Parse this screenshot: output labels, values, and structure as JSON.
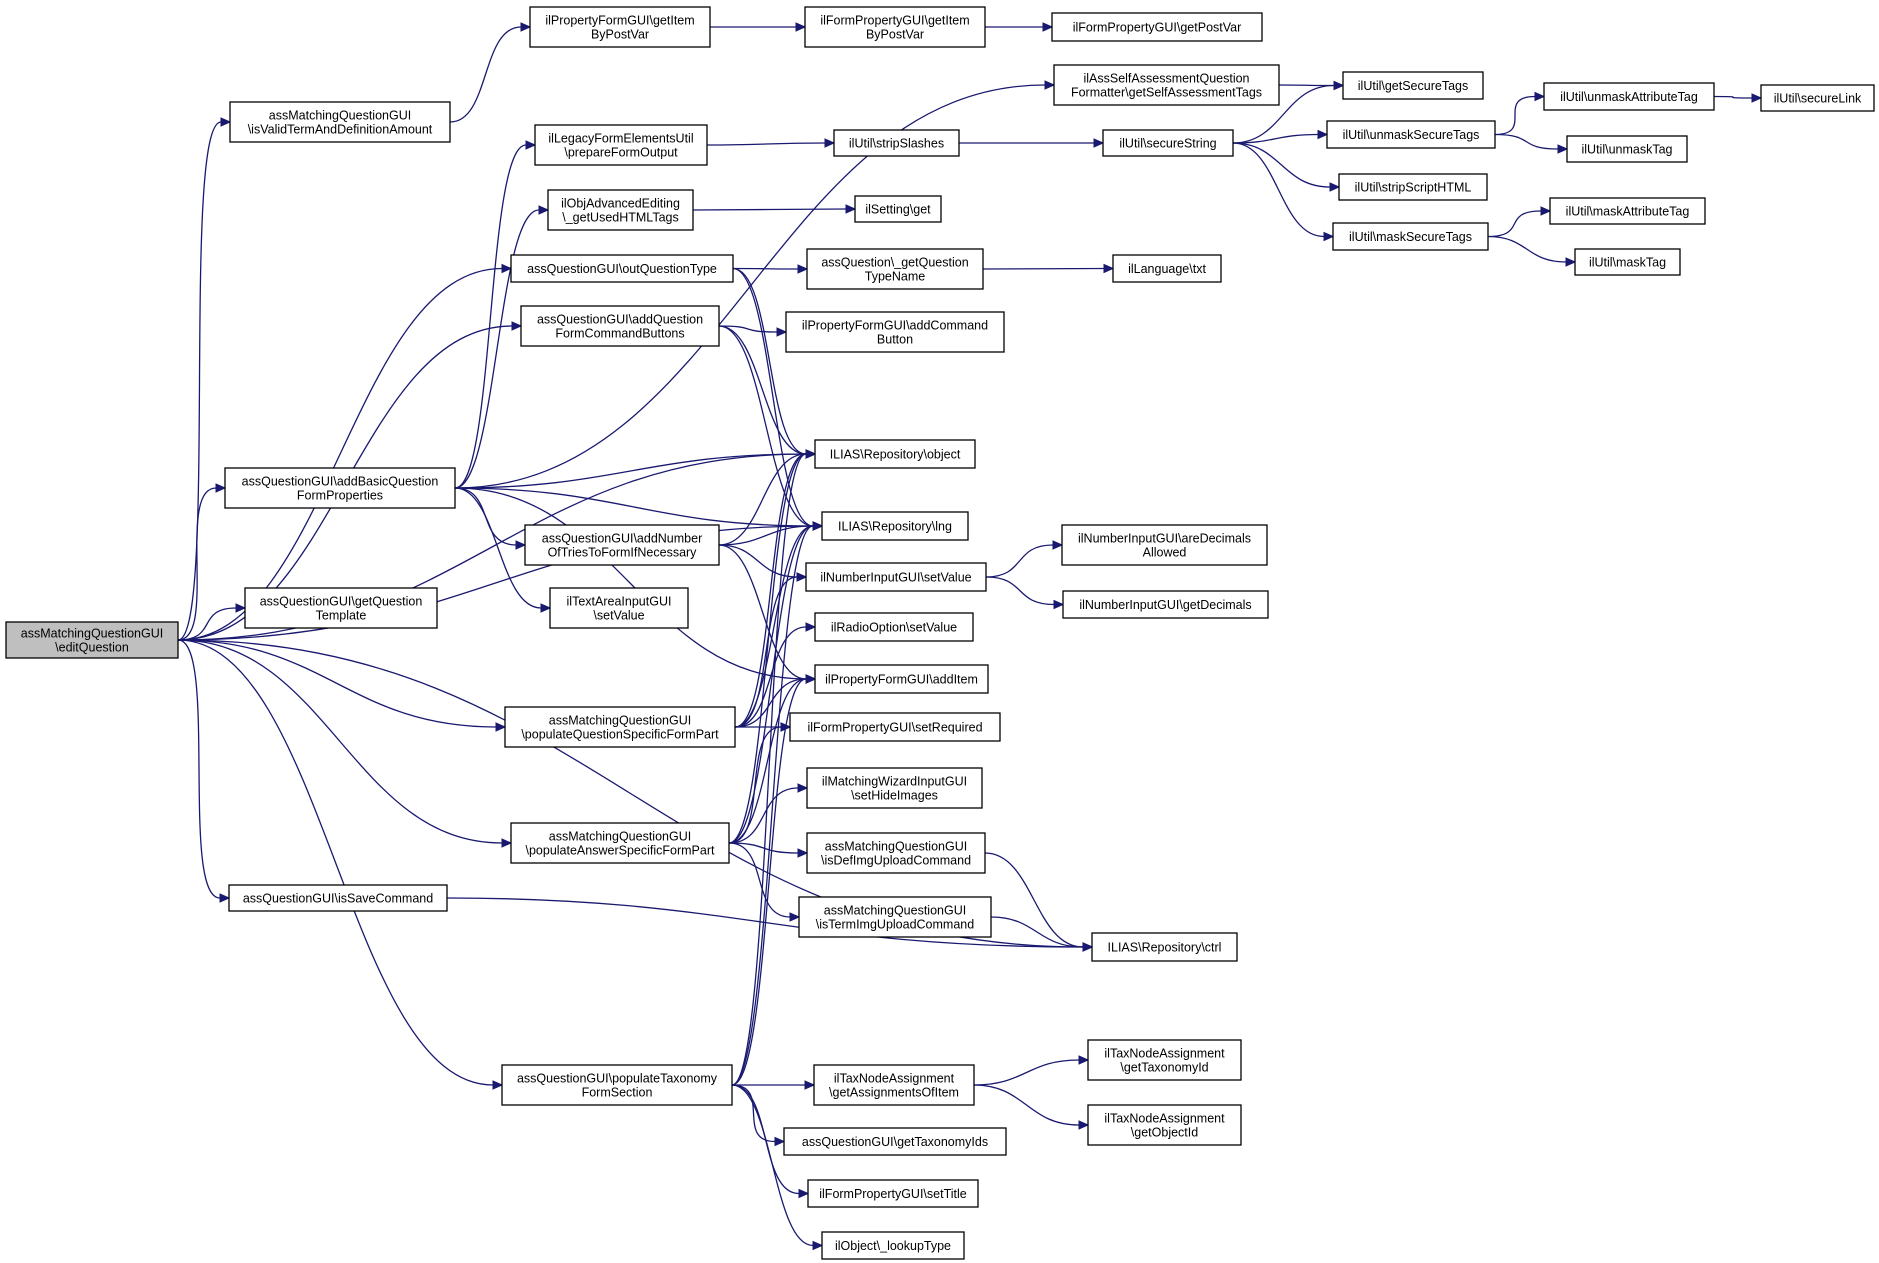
{
  "nodes": [
    {
      "id": "root",
      "lines": [
        "assMatchingQuestionGUI",
        "\\editQuestion"
      ],
      "root": true
    },
    {
      "id": "validTerm",
      "lines": [
        "assMatchingQuestionGUI",
        "\\isValidTermAndDefinitionAmount"
      ]
    },
    {
      "id": "getItemByPostVar1",
      "lines": [
        "ilPropertyFormGUI\\getItem",
        "ByPostVar"
      ]
    },
    {
      "id": "getItemByPostVar2",
      "lines": [
        "ilFormPropertyGUI\\getItem",
        "ByPostVar"
      ]
    },
    {
      "id": "getPostVar",
      "lines": [
        "ilFormPropertyGUI\\getPostVar"
      ]
    },
    {
      "id": "selfAssess",
      "lines": [
        "ilAssSelfAssessmentQuestion",
        "Formatter\\getSelfAssessmentTags"
      ]
    },
    {
      "id": "getSecureTags",
      "lines": [
        "ilUtil\\getSecureTags"
      ]
    },
    {
      "id": "unmaskAttributeTag",
      "lines": [
        "ilUtil\\unmaskAttributeTag"
      ]
    },
    {
      "id": "secureLink",
      "lines": [
        "ilUtil\\secureLink"
      ]
    },
    {
      "id": "legacyForm",
      "lines": [
        "ilLegacyFormElementsUtil",
        "\\prepareFormOutput"
      ]
    },
    {
      "id": "stripSlashes",
      "lines": [
        "ilUtil\\stripSlashes"
      ]
    },
    {
      "id": "secureString",
      "lines": [
        "ilUtil\\secureString"
      ]
    },
    {
      "id": "unmaskSecureTags",
      "lines": [
        "ilUtil\\unmaskSecureTags"
      ]
    },
    {
      "id": "unmaskTag",
      "lines": [
        "ilUtil\\unmaskTag"
      ]
    },
    {
      "id": "stripScriptHTML",
      "lines": [
        "ilUtil\\stripScriptHTML"
      ]
    },
    {
      "id": "advEditing",
      "lines": [
        "ilObjAdvancedEditing",
        "\\_getUsedHTMLTags"
      ]
    },
    {
      "id": "settingGet",
      "lines": [
        "ilSetting\\get"
      ]
    },
    {
      "id": "maskSecureTags",
      "lines": [
        "ilUtil\\maskSecureTags"
      ]
    },
    {
      "id": "maskAttributeTag",
      "lines": [
        "ilUtil\\maskAttributeTag"
      ]
    },
    {
      "id": "maskTag",
      "lines": [
        "ilUtil\\maskTag"
      ]
    },
    {
      "id": "outQuestionType",
      "lines": [
        "assQuestionGUI\\outQuestionType"
      ]
    },
    {
      "id": "getQuestionTypeName",
      "lines": [
        "assQuestion\\_getQuestion",
        "TypeName"
      ]
    },
    {
      "id": "languageTxt",
      "lines": [
        "ilLanguage\\txt"
      ]
    },
    {
      "id": "addQFormCmdButtons",
      "lines": [
        "assQuestionGUI\\addQuestion",
        "FormCommandButtons"
      ]
    },
    {
      "id": "addCommandButton",
      "lines": [
        "ilPropertyFormGUI\\addCommand",
        "Button"
      ]
    },
    {
      "id": "repoObject",
      "lines": [
        "ILIAS\\Repository\\object"
      ]
    },
    {
      "id": "addBasicQFP",
      "lines": [
        "assQuestionGUI\\addBasicQuestion",
        "FormProperties"
      ]
    },
    {
      "id": "repoLng",
      "lines": [
        "ILIAS\\Repository\\lng"
      ]
    },
    {
      "id": "addNumberOfTries",
      "lines": [
        "assQuestionGUI\\addNumber",
        "OfTriesToFormIfNecessary"
      ]
    },
    {
      "id": "areDecimalsAllowed",
      "lines": [
        "ilNumberInputGUI\\areDecimals",
        "Allowed"
      ]
    },
    {
      "id": "numSetValue",
      "lines": [
        "ilNumberInputGUI\\setValue"
      ]
    },
    {
      "id": "getDecimals",
      "lines": [
        "ilNumberInputGUI\\getDecimals"
      ]
    },
    {
      "id": "getQuestionTemplate",
      "lines": [
        "assQuestionGUI\\getQuestion",
        "Template"
      ]
    },
    {
      "id": "textAreaSetValue",
      "lines": [
        "ilTextAreaInputGUI",
        "\\setValue"
      ]
    },
    {
      "id": "radioSetValue",
      "lines": [
        "ilRadioOption\\setValue"
      ]
    },
    {
      "id": "addItem",
      "lines": [
        "ilPropertyFormGUI\\addItem"
      ]
    },
    {
      "id": "populateQSFP",
      "lines": [
        "assMatchingQuestionGUI",
        "\\populateQuestionSpecificFormPart"
      ]
    },
    {
      "id": "setRequired",
      "lines": [
        "ilFormPropertyGUI\\setRequired"
      ]
    },
    {
      "id": "setHideImages",
      "lines": [
        "ilMatchingWizardInputGUI",
        "\\setHideImages"
      ]
    },
    {
      "id": "populateASFP",
      "lines": [
        "assMatchingQuestionGUI",
        "\\populateAnswerSpecificFormPart"
      ]
    },
    {
      "id": "isDefImgUpload",
      "lines": [
        "assMatchingQuestionGUI",
        "\\isDefImgUploadCommand"
      ]
    },
    {
      "id": "isSaveCommand",
      "lines": [
        "assQuestionGUI\\isSaveCommand"
      ]
    },
    {
      "id": "isTermImgUpload",
      "lines": [
        "assMatchingQuestionGUI",
        "\\isTermImgUploadCommand"
      ]
    },
    {
      "id": "repoCtrl",
      "lines": [
        "ILIAS\\Repository\\ctrl"
      ]
    },
    {
      "id": "getTaxonomyId",
      "lines": [
        "ilTaxNodeAssignment",
        "\\getTaxonomyId"
      ]
    },
    {
      "id": "populateTaxonomy",
      "lines": [
        "assQuestionGUI\\populateTaxonomy",
        "FormSection"
      ]
    },
    {
      "id": "getAssignmentsOfItem",
      "lines": [
        "ilTaxNodeAssignment",
        "\\getAssignmentsOfItem"
      ]
    },
    {
      "id": "getObjectId",
      "lines": [
        "ilTaxNodeAssignment",
        "\\getObjectId"
      ]
    },
    {
      "id": "getTaxonomyIds",
      "lines": [
        "assQuestionGUI\\getTaxonomyIds"
      ]
    },
    {
      "id": "setTitle",
      "lines": [
        "ilFormPropertyGUI\\setTitle"
      ]
    },
    {
      "id": "lookupType",
      "lines": [
        "ilObject\\_lookupType"
      ]
    }
  ],
  "edges": [
    [
      "root",
      "validTerm"
    ],
    [
      "root",
      "addBasicQFP"
    ],
    [
      "root",
      "getQuestionTemplate"
    ],
    [
      "root",
      "outQuestionType"
    ],
    [
      "root",
      "addQFormCmdButtons"
    ],
    [
      "root",
      "repoObject"
    ],
    [
      "root",
      "repoLng"
    ],
    [
      "root",
      "populateQSFP"
    ],
    [
      "root",
      "populateASFP"
    ],
    [
      "root",
      "isSaveCommand"
    ],
    [
      "root",
      "repoCtrl"
    ],
    [
      "root",
      "populateTaxonomy"
    ],
    [
      "validTerm",
      "getItemByPostVar1"
    ],
    [
      "getItemByPostVar1",
      "getItemByPostVar2"
    ],
    [
      "getItemByPostVar2",
      "getPostVar"
    ],
    [
      "addBasicQFP",
      "selfAssess"
    ],
    [
      "addBasicQFP",
      "legacyForm"
    ],
    [
      "addBasicQFP",
      "advEditing"
    ],
    [
      "addBasicQFP",
      "repoObject"
    ],
    [
      "addBasicQFP",
      "repoLng"
    ],
    [
      "addBasicQFP",
      "addNumberOfTries"
    ],
    [
      "addBasicQFP",
      "textAreaSetValue"
    ],
    [
      "addBasicQFP",
      "addItem"
    ],
    [
      "selfAssess",
      "getSecureTags"
    ],
    [
      "legacyForm",
      "stripSlashes"
    ],
    [
      "stripSlashes",
      "secureString"
    ],
    [
      "secureString",
      "getSecureTags"
    ],
    [
      "secureString",
      "unmaskSecureTags"
    ],
    [
      "secureString",
      "stripScriptHTML"
    ],
    [
      "secureString",
      "maskSecureTags"
    ],
    [
      "unmaskSecureTags",
      "unmaskAttributeTag"
    ],
    [
      "unmaskSecureTags",
      "unmaskTag"
    ],
    [
      "unmaskAttributeTag",
      "secureLink"
    ],
    [
      "maskSecureTags",
      "maskAttributeTag"
    ],
    [
      "maskSecureTags",
      "maskTag"
    ],
    [
      "advEditing",
      "settingGet"
    ],
    [
      "outQuestionType",
      "getQuestionTypeName"
    ],
    [
      "outQuestionType",
      "repoObject"
    ],
    [
      "outQuestionType",
      "repoLng"
    ],
    [
      "getQuestionTypeName",
      "languageTxt"
    ],
    [
      "addQFormCmdButtons",
      "addCommandButton"
    ],
    [
      "addQFormCmdButtons",
      "repoObject"
    ],
    [
      "addQFormCmdButtons",
      "repoLng"
    ],
    [
      "addNumberOfTries",
      "repoObject"
    ],
    [
      "addNumberOfTries",
      "repoLng"
    ],
    [
      "addNumberOfTries",
      "numSetValue"
    ],
    [
      "addNumberOfTries",
      "addItem"
    ],
    [
      "numSetValue",
      "areDecimalsAllowed"
    ],
    [
      "numSetValue",
      "getDecimals"
    ],
    [
      "populateQSFP",
      "repoObject"
    ],
    [
      "populateQSFP",
      "repoLng"
    ],
    [
      "populateQSFP",
      "numSetValue"
    ],
    [
      "populateQSFP",
      "radioSetValue"
    ],
    [
      "populateQSFP",
      "addItem"
    ],
    [
      "populateQSFP",
      "setRequired"
    ],
    [
      "populateASFP",
      "repoObject"
    ],
    [
      "populateASFP",
      "repoLng"
    ],
    [
      "populateASFP",
      "addItem"
    ],
    [
      "populateASFP",
      "setRequired"
    ],
    [
      "populateASFP",
      "setHideImages"
    ],
    [
      "populateASFP",
      "isDefImgUpload"
    ],
    [
      "populateASFP",
      "isTermImgUpload"
    ],
    [
      "isDefImgUpload",
      "repoCtrl"
    ],
    [
      "isTermImgUpload",
      "repoCtrl"
    ],
    [
      "isSaveCommand",
      "repoCtrl"
    ],
    [
      "populateTaxonomy",
      "repoObject"
    ],
    [
      "populateTaxonomy",
      "repoLng"
    ],
    [
      "populateTaxonomy",
      "addItem"
    ],
    [
      "populateTaxonomy",
      "getAssignmentsOfItem"
    ],
    [
      "populateTaxonomy",
      "getTaxonomyIds"
    ],
    [
      "populateTaxonomy",
      "setTitle"
    ],
    [
      "populateTaxonomy",
      "lookupType"
    ],
    [
      "getAssignmentsOfItem",
      "getTaxonomyId"
    ],
    [
      "getAssignmentsOfItem",
      "getObjectId"
    ]
  ]
}
